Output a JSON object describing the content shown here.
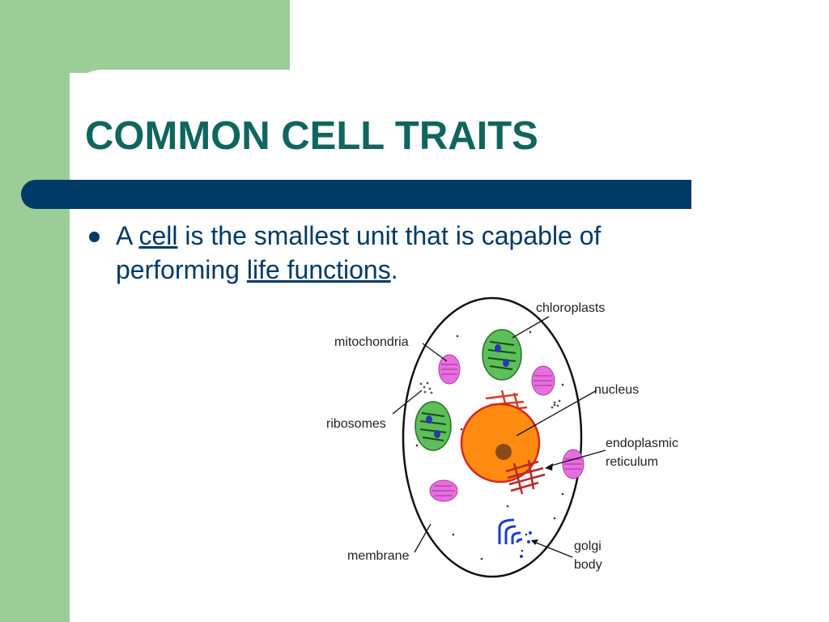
{
  "slide": {
    "title": "COMMON CELL TRAITS",
    "bullet": {
      "pre": "A ",
      "term1": "cell",
      "mid": " is the smallest unit that is capable of performing ",
      "term2": "life functions",
      "post": "."
    }
  },
  "diagram": {
    "labels": {
      "chloroplasts": "chloroplasts",
      "mitochondria": "mitochondria",
      "nucleus": "nucleus",
      "ribosomes": "ribosomes",
      "er_line1": "endoplasmic",
      "er_line2": "reticulum",
      "membrane": "membrane",
      "golgi_line1": "golgi",
      "golgi_line2": "body"
    }
  },
  "colors": {
    "background_green": "#9ccc98",
    "title_teal": "#10665e",
    "navy": "#003a66"
  }
}
